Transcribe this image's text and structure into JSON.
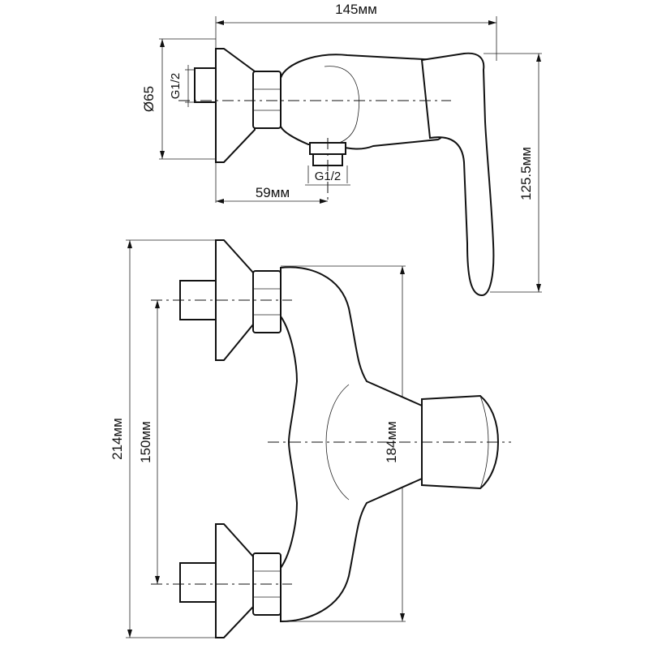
{
  "dimensions": {
    "total_width": "145мм",
    "flange_diameter": "Ø65",
    "inlet_thread": "G1/2",
    "outlet_thread": "G1/2",
    "outlet_offset": "59мм",
    "total_height": "125.5мм",
    "overall_length": "214мм",
    "inlet_spacing": "150мм",
    "body_length": "184мм"
  },
  "colors": {
    "line": "#111111",
    "background": "#ffffff"
  }
}
